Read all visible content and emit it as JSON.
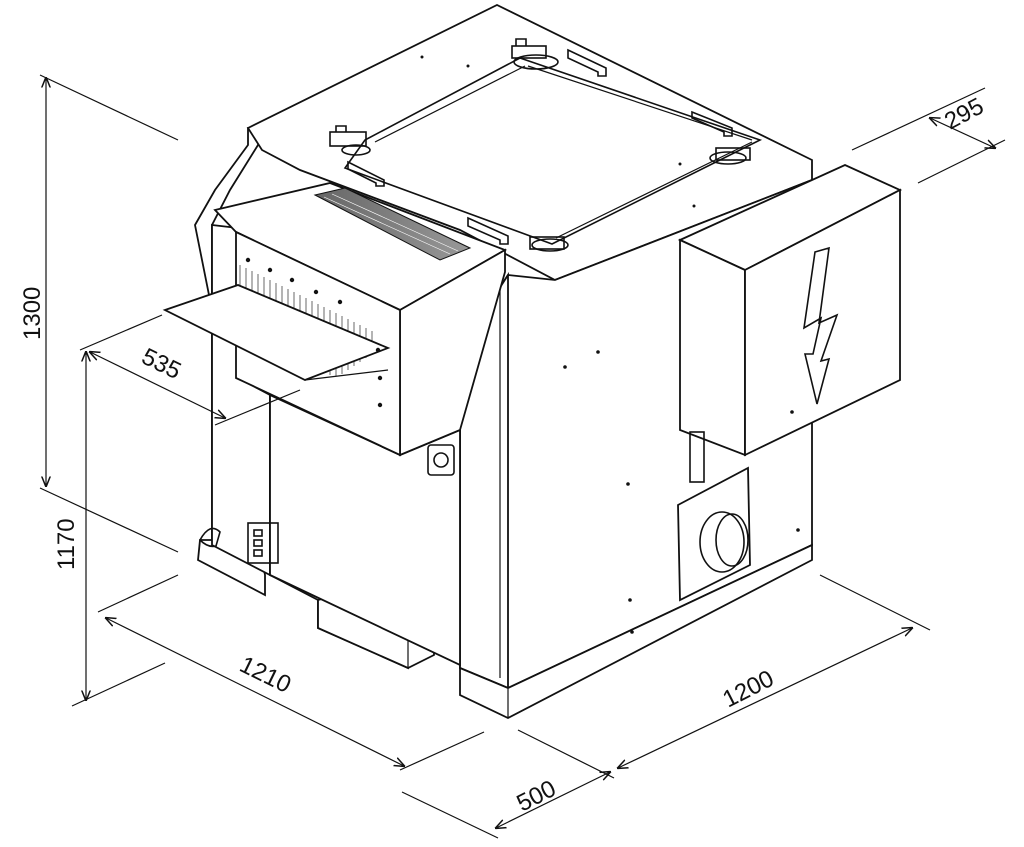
{
  "dimensions": {
    "overall_height": "1300",
    "table_height": "1170",
    "feed_depth": "535",
    "box_depth": "295",
    "width_left": "1210",
    "width_right": "1200",
    "base_offset": "500"
  },
  "icons": {
    "electrical_box_symbol": "lightning-arrow-icon"
  },
  "colors": {
    "line": "#111111",
    "surface": "#ffffff",
    "shade": "#f2f2f2"
  }
}
